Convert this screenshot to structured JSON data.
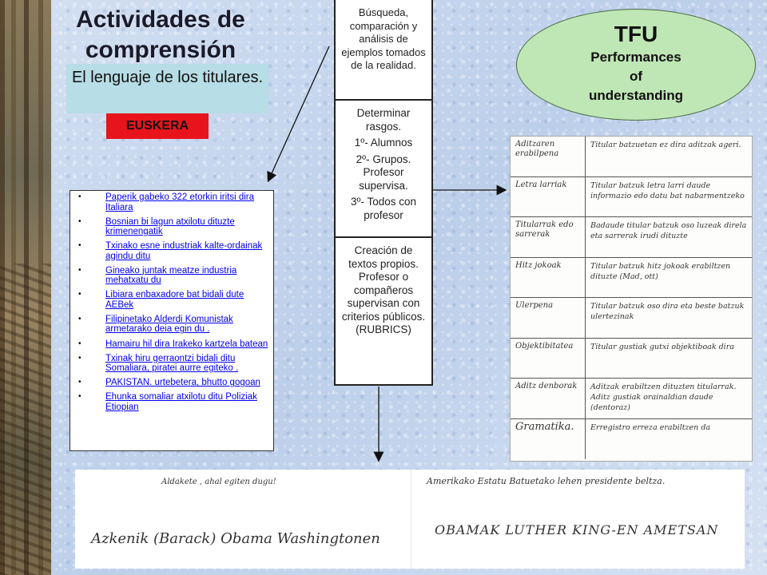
{
  "title": "Actividades de comprensión",
  "subtitle": "El lenguaje de los titulares.",
  "language_label": "EUSKERA",
  "headlines": [
    "Paperik gabeko 322 etorkin iritsi dira Italiara",
    "Bosnian bi lagun atxilotu dituzte krimenengatik",
    "Txinako esne industriak kalte-ordainak agindu ditu",
    "Gineako juntak meatze industria mehatxatu du",
    "Libiara enbaxadore bat bidali dute AEBek",
    "Filipinetako Alderdi Komunistak armetarako  deia egin du .",
    "Hamairu  hil dira Irakeko  kartzela batean",
    "Txinak hiru  gerraontzi bidali ditu Somaliara, piratei aurre  egiteko .",
    "PAKISTAN. urtebetera, bhutto gogoan",
    "Ehunka  somaliar atxilotu ditu Poliziak Etiopian"
  ],
  "steps": {
    "step1": "Búsqueda, comparación y análisis de ejemplos tomados de la realidad.",
    "step2_heading": "Determinar rasgos.",
    "step2_a": "1º- Alumnos",
    "step2_b": "2º- Grupos. Profesor supervisa.",
    "step2_c": "3º- Todos con profesor",
    "step3": "Creación de textos propios. Profesor o compañeros supervisan con criterios públicos. (RUBRICS)"
  },
  "tfu": {
    "title": "TFU",
    "line1": "Performances",
    "line2": "of",
    "line3": "understanding"
  },
  "handwritten_table": [
    {
      "term": "Aditzaren erabilpena",
      "note": "Titular batzuetan ez dira aditzak ageri."
    },
    {
      "term": "Letra larriak",
      "note": "Titular batzuk letra larri daude informazio edo datu bat nabarmentzeko"
    },
    {
      "term": "Titularrak edo sarrerak",
      "note": "Badaude titular batzuk oso luzeak direla eta sarrerak irudi dituzte"
    },
    {
      "term": "Hitz jokoak",
      "note": "Titular batzuk hitz jokoak erabiltzen dituzte (Mad, ott)"
    },
    {
      "term": "Ulerpena",
      "note": "Titular batzuk oso dira eta beste batzuk ulertezinak"
    },
    {
      "term": "Objektibitatea",
      "note": "Titular gustiak gutxi objektiboak dira"
    },
    {
      "term": "Aditz denborak",
      "note": "Aditzak erabiltzen dituzten titularrak. Aditz gustiak orainaldian daude (dentoraz)"
    },
    {
      "term": "Gramatika.",
      "note": "Erregistro erreza erabiltzen da"
    }
  ],
  "handwritten_examples": {
    "line1": "Aldakete , ahal egiten dugu!",
    "line2": "Amerikako Estatu Batuetako lehen presidente beltza.",
    "line3": "Azkenik (Barack) Obama Washingtonen",
    "line4": "OBAMAK LUTHER KING-EN AMETSAN"
  }
}
